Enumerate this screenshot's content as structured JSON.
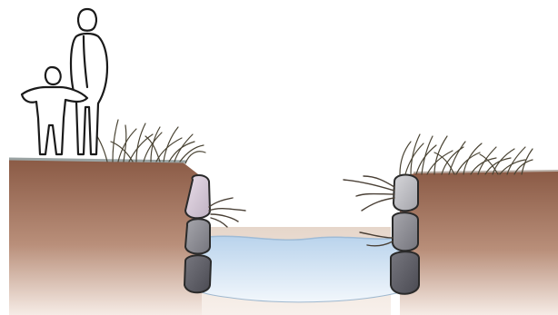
{
  "scene": {
    "elements": [
      "adult-figure",
      "child-figure",
      "left-bank",
      "right-bank",
      "grass-tufts",
      "stone-wall-left",
      "stone-wall-right",
      "water-channel",
      "roots"
    ]
  },
  "colors": {
    "background": "#ffffff",
    "soil_top": "#8a5a45",
    "soil_bottom": "#f1e4dc",
    "ground_line": "#9aa3a3",
    "water_top": "#b9d3ec",
    "water_bottom": "#eef5fb",
    "stone_light": "#ddd0de",
    "stone_mid": "#8e8e94",
    "stone_dark": "#5e5e66",
    "grass": "#4a4434",
    "figure_stroke": "#1a1a1a",
    "channel_floor": "#dcc7b8"
  }
}
